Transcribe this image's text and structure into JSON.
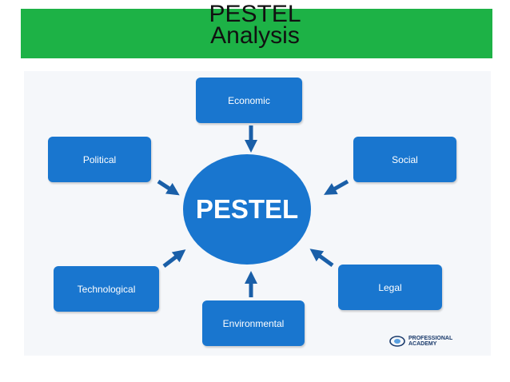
{
  "title": {
    "line1": "PESTEL",
    "line2": "Analysis"
  },
  "colors": {
    "title_bar": "#1db246",
    "node": "#1976cf",
    "arrow": "#1a5fa8",
    "background": "#f5f7fa"
  },
  "diagram": {
    "center": "PESTEL",
    "nodes": {
      "economic": "Economic",
      "political": "Political",
      "social": "Social",
      "technological": "Technological",
      "legal": "Legal",
      "environmental": "Environmental"
    }
  },
  "logo": {
    "line1": "PROFESSIONAL",
    "line2": "ACADEMY",
    "icon": "academy-logo-icon"
  }
}
